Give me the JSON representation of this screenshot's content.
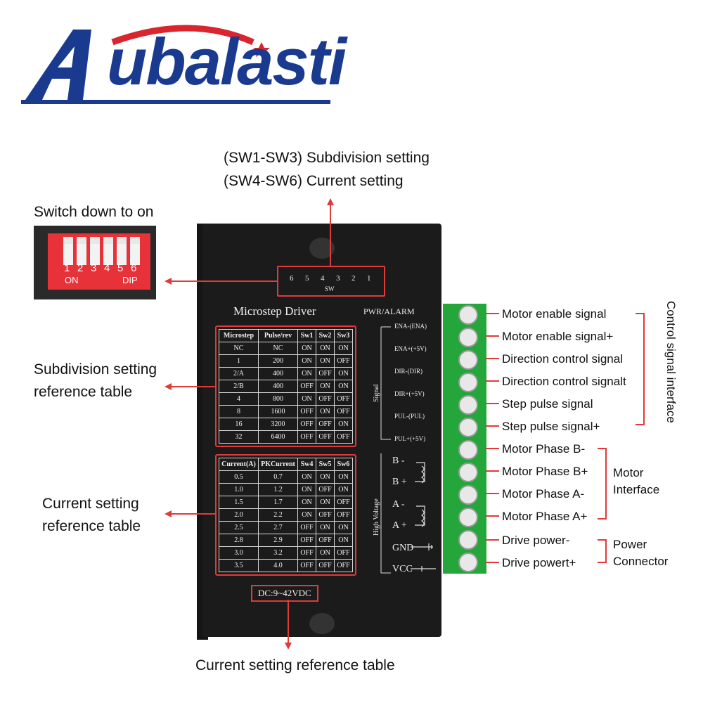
{
  "logo": {
    "text": "Aubalasti"
  },
  "top_labels": {
    "line1": "(SW1-SW3) Subdivision setting",
    "line2": "(SW4-SW6) Current setting"
  },
  "dip": {
    "caption": "Switch down to on",
    "numbers": [
      "1",
      "2",
      "3",
      "4",
      "5",
      "6"
    ],
    "on_label": "ON",
    "dip_label": "DIP"
  },
  "left_labels": {
    "subdivision": [
      "Subdivision setting",
      "reference table"
    ],
    "current": [
      "Current setting",
      "reference table"
    ]
  },
  "bottom_label": "Current setting reference table",
  "driver": {
    "title": "Microstep Driver",
    "pwr_alarm": "PWR/ALARM",
    "sw_numbers": [
      "6",
      "5",
      "4",
      "3",
      "2",
      "1"
    ],
    "sw_label": "SW",
    "dc": "DC:9~42VDC",
    "signal_label": "Signal",
    "hv_label": "High Voltage",
    "signal_pins": [
      "ENA-(ENA)",
      "ENA+(+5V)",
      "DIR-(DIR)",
      "DIR+(+5V)",
      "PUL-(PUL)",
      "PUL+(+5V)"
    ],
    "hv_pins": [
      "B -",
      "B +",
      "A -",
      "A +",
      "GND",
      "VCC"
    ]
  },
  "microstep_table": {
    "headers": [
      "Microstep",
      "Pulse/rev",
      "Sw1",
      "Sw2",
      "Sw3"
    ],
    "rows": [
      [
        "NC",
        "NC",
        "ON",
        "ON",
        "ON"
      ],
      [
        "1",
        "200",
        "ON",
        "ON",
        "OFF"
      ],
      [
        "2/A",
        "400",
        "ON",
        "OFF",
        "ON"
      ],
      [
        "2/B",
        "400",
        "OFF",
        "ON",
        "ON"
      ],
      [
        "4",
        "800",
        "ON",
        "OFF",
        "OFF"
      ],
      [
        "8",
        "1600",
        "OFF",
        "ON",
        "OFF"
      ],
      [
        "16",
        "3200",
        "OFF",
        "OFF",
        "ON"
      ],
      [
        "32",
        "6400",
        "OFF",
        "OFF",
        "OFF"
      ]
    ]
  },
  "current_table": {
    "headers": [
      "Current(A)",
      "PKCurrent",
      "Sw4",
      "Sw5",
      "Sw6"
    ],
    "rows": [
      [
        "0.5",
        "0.7",
        "ON",
        "ON",
        "ON"
      ],
      [
        "1.0",
        "1.2",
        "ON",
        "OFF",
        "ON"
      ],
      [
        "1.5",
        "1.7",
        "ON",
        "ON",
        "OFF"
      ],
      [
        "2.0",
        "2.2",
        "ON",
        "OFF",
        "OFF"
      ],
      [
        "2.5",
        "2.7",
        "OFF",
        "ON",
        "ON"
      ],
      [
        "2.8",
        "2.9",
        "OFF",
        "OFF",
        "ON"
      ],
      [
        "3.0",
        "3.2",
        "OFF",
        "ON",
        "OFF"
      ],
      [
        "3.5",
        "4.0",
        "OFF",
        "OFF",
        "OFF"
      ]
    ]
  },
  "terminals": [
    "Motor enable signal",
    "Motor enable signal+",
    "Direction control signal",
    "Direction control signalt",
    "Step pulse signal",
    "Step pulse signal+",
    "Motor Phase B-",
    "Motor Phase B+",
    "Motor Phase A-",
    "Motor Phase A+",
    "Drive power-",
    "Drive powert+"
  ],
  "groups": {
    "control": "Control signal interface",
    "motor": [
      "Motor",
      "Interface"
    ],
    "power": [
      "Power",
      "Connector"
    ]
  },
  "colors": {
    "accent_red": "#e03a3a",
    "logo_blue": "#1a3a8f",
    "terminal_green": "#25a63b"
  }
}
